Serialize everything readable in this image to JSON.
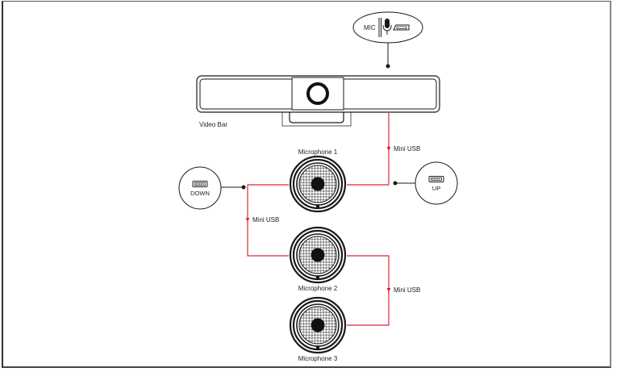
{
  "diagram": {
    "mic_port_badge": {
      "label": "MIC",
      "icons": [
        "microphone-icon",
        "mini-usb-port-icon"
      ]
    },
    "video_bar": {
      "label": "Video Bar"
    },
    "microphones": [
      {
        "label": "Microphone 1"
      },
      {
        "label": "Microphone 2"
      },
      {
        "label": "Microphone 3"
      }
    ],
    "ports": {
      "down": {
        "label": "DOWN",
        "icon": "mini-usb-port-icon"
      },
      "up": {
        "label": "UP",
        "icon": "mini-usb-port-icon"
      }
    },
    "connections": [
      {
        "from": "Microphone 1",
        "to": "Video Bar",
        "label": "Mini USB"
      },
      {
        "from": "Microphone 1",
        "to": "Microphone 2",
        "label": "Mini USB"
      },
      {
        "from": "Microphone 2",
        "to": "Microphone 3",
        "label": "Mini USB"
      }
    ],
    "colors": {
      "cable": "#d9283a",
      "stroke": "#1a1a1a"
    }
  }
}
